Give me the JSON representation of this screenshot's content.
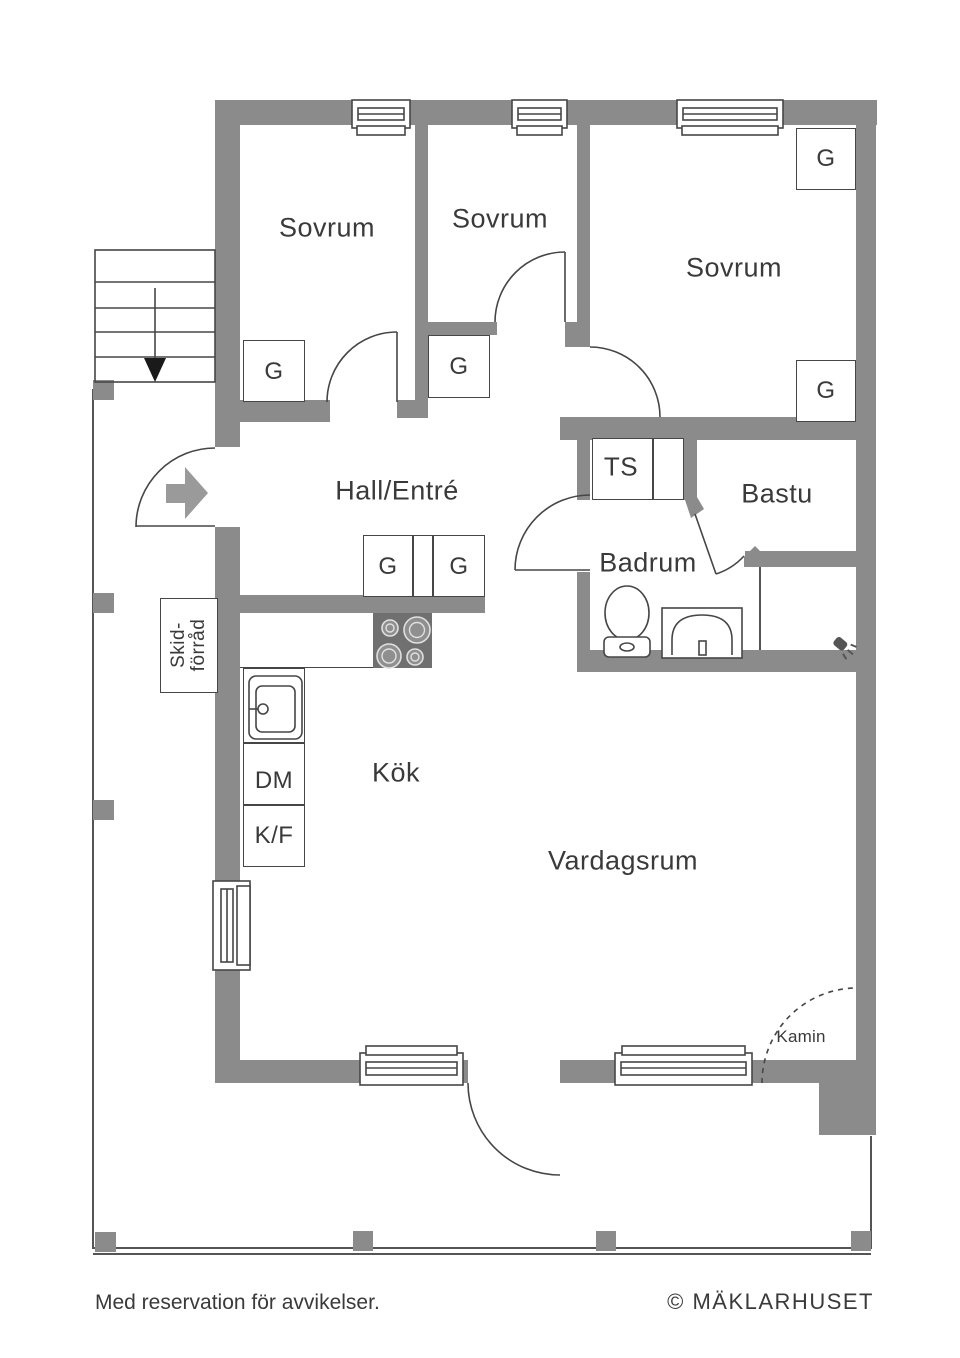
{
  "rooms": {
    "bedroom1": "Sovrum",
    "bedroom2": "Sovrum",
    "bedroom3": "Sovrum",
    "hall": "Hall/Entré",
    "bathroom": "Badrum",
    "sauna": "Bastu",
    "kitchen": "Kök",
    "living_room": "Vardagsrum"
  },
  "fixtures": {
    "wardrobe": "G",
    "drying_cabinet": "TS",
    "dishwasher": "DM",
    "fridge_freezer": "K/F",
    "ski_storage_line1": "Skid-",
    "ski_storage_line2": "förråd",
    "fireplace": "Kamin"
  },
  "footer": {
    "disclaimer": "Med reservation för avvikelser.",
    "copyright": "© MÄKLARHUSET"
  },
  "colors": {
    "wall": "#8b8b8b",
    "outline": "#464646",
    "text": "#3a3a3a",
    "appliance": "#707070",
    "arrow": "#9a9a9a"
  }
}
